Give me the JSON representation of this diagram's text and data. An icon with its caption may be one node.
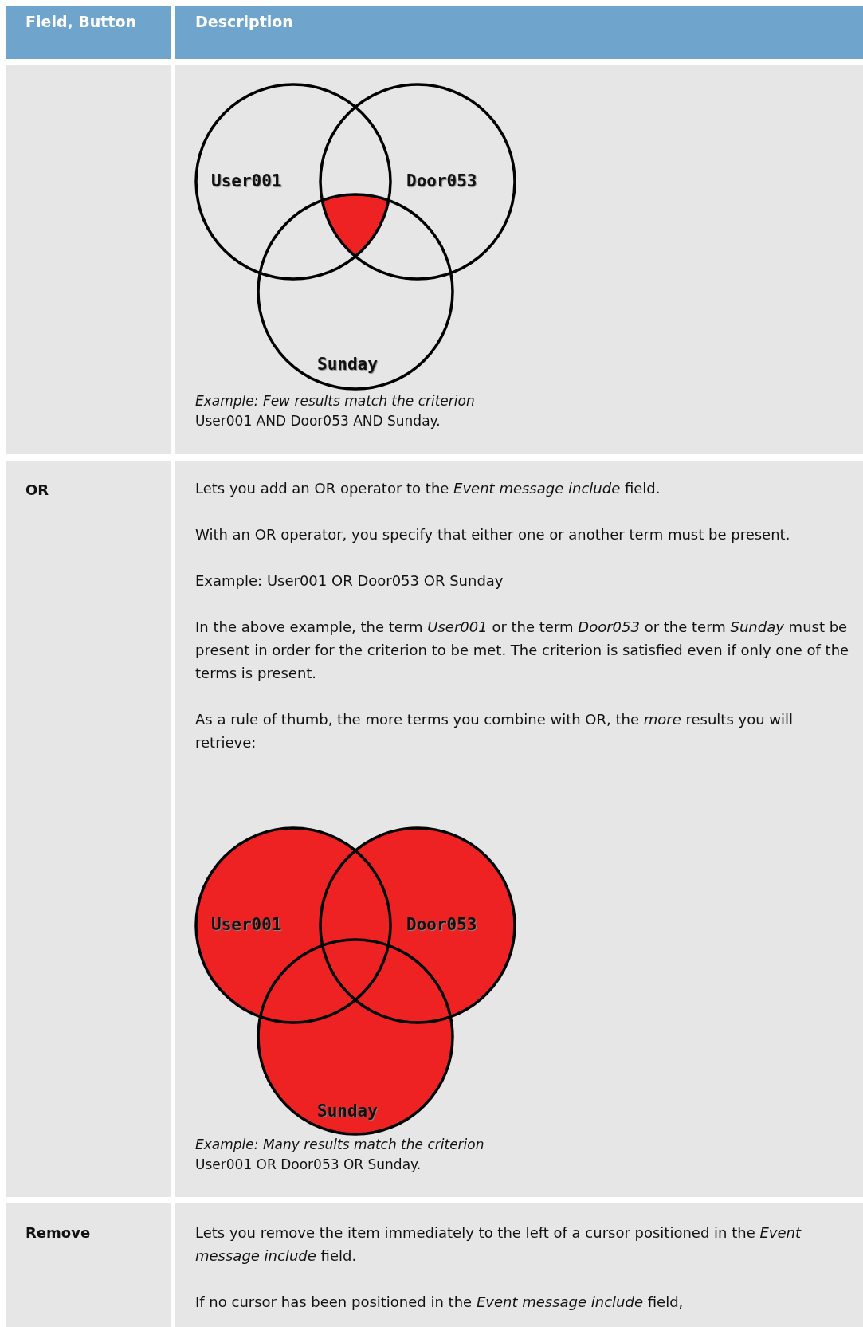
{
  "diagram": {
    "labels": [
      "Field, Button",
      "Description",
      "User001",
      "Door053",
      "Sunday",
      "Example: Few results match the criterion",
      "User001 AND Door053 AND Sunday.",
      "OR",
      "Lets you add an OR operator to the *Event message include* field.",
      "With an OR operator, you specify that either one or another term must be present.",
      "Example: User001 OR Door053 OR Sunday",
      "In the above example, the term *User001* or the term *Door053* or the term *Sunday* must be present in order for the criterion to be met. The criterion is satisfied even if only one of the terms is present.",
      "As a rule of thumb, the more terms you combine with OR, the *more* results you will retrieve:",
      "User001",
      "Door053",
      "Sunday",
      "Example: Many results match the criterion",
      "User001 OR Door053 OR Sunday.",
      "Remove",
      "Lets you remove the item immediately to the left of a cursor positioned in the *Event message include* field.",
      "If no cursor has been positioned in the *Event message include* field,"
    ]
  }
}
